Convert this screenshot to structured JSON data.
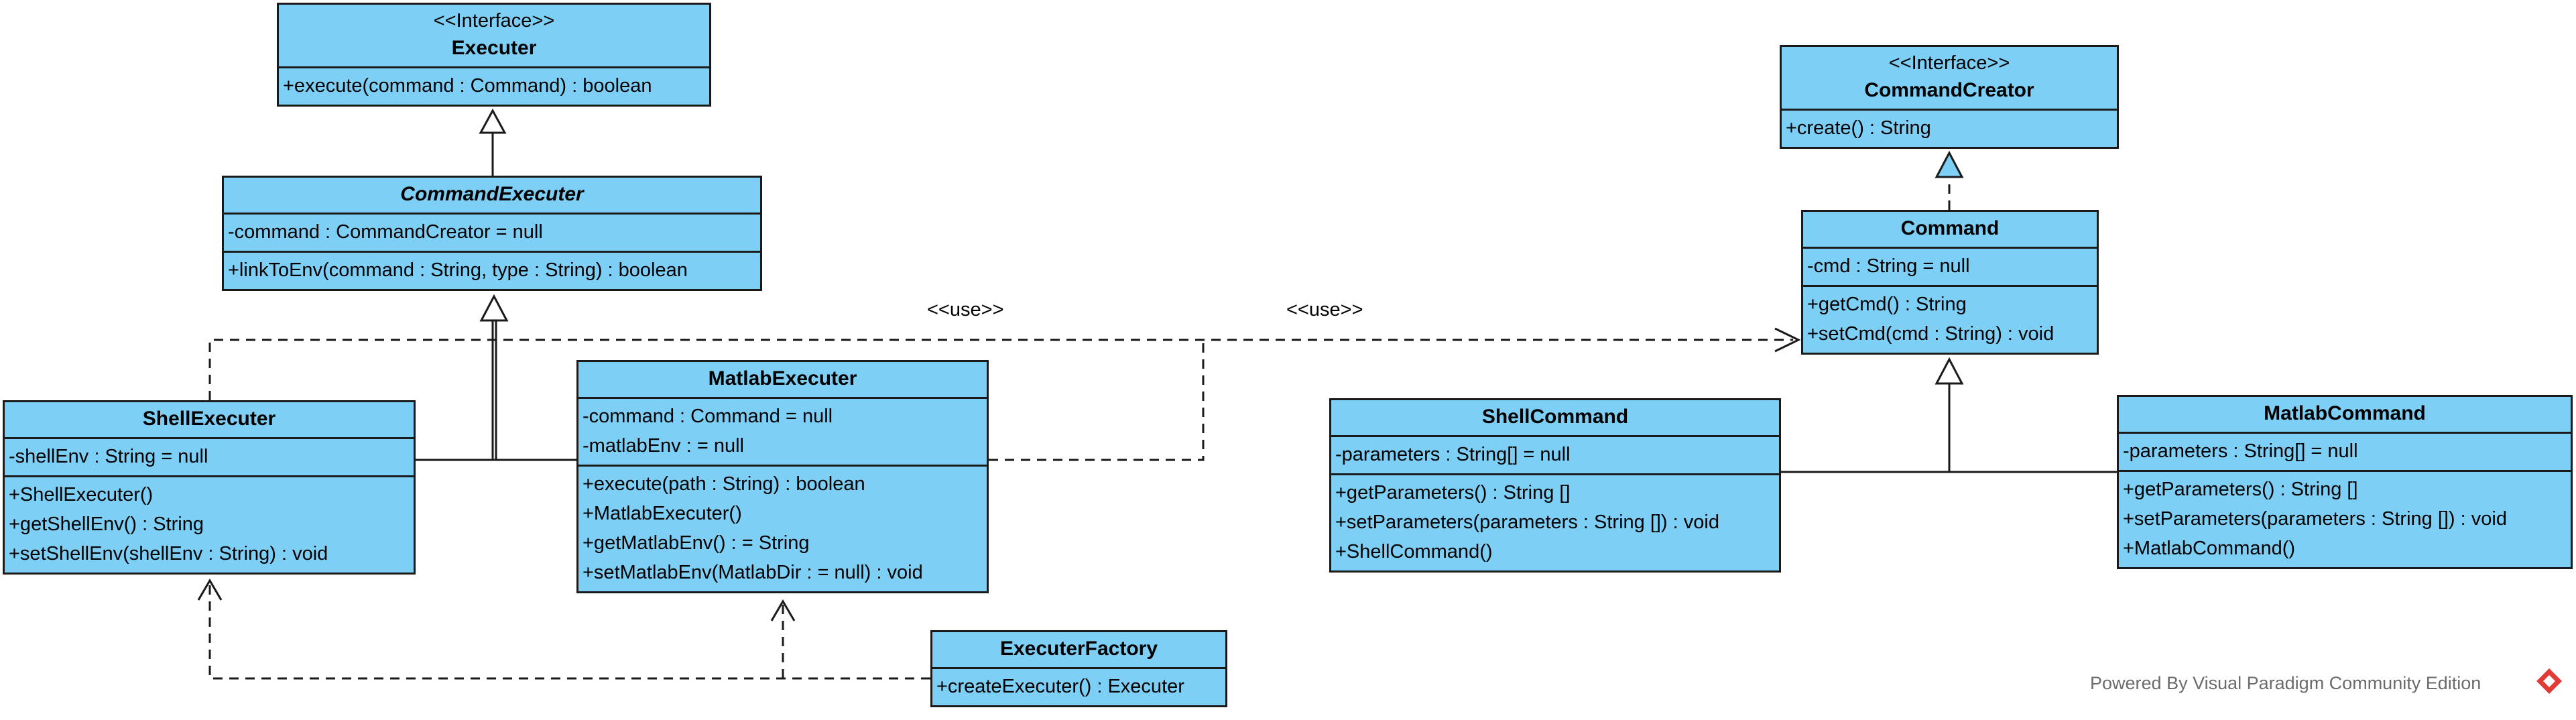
{
  "classes": {
    "executer": {
      "stereotype": "<<Interface>>",
      "name": "Executer",
      "operations": [
        "+execute(command : Command) : boolean"
      ]
    },
    "command_executer": {
      "name": "CommandExecuter",
      "attributes": [
        "-command : CommandCreator = null"
      ],
      "operations": [
        "+linkToEnv(command : String, type : String) : boolean"
      ]
    },
    "shell_executer": {
      "name": "ShellExecuter",
      "attributes": [
        "-shellEnv : String = null"
      ],
      "operations": [
        "+ShellExecuter()",
        "+getShellEnv() : String",
        "+setShellEnv(shellEnv : String) : void"
      ]
    },
    "matlab_executer": {
      "name": "MatlabExecuter",
      "attributes": [
        "-command : Command = null",
        "-matlabEnv : = null"
      ],
      "operations": [
        "+execute(path : String) : boolean",
        "+MatlabExecuter()",
        "+getMatlabEnv() : = String",
        "+setMatlabEnv(MatlabDir : = null) : void"
      ]
    },
    "executer_factory": {
      "name": "ExecuterFactory",
      "operations": [
        "+createExecuter() : Executer"
      ]
    },
    "command_creator": {
      "stereotype": "<<Interface>>",
      "name": "CommandCreator",
      "operations": [
        "+create() : String"
      ]
    },
    "command": {
      "name": "Command",
      "attributes": [
        "-cmd : String = null"
      ],
      "operations": [
        "+getCmd() : String",
        "+setCmd(cmd : String) : void"
      ]
    },
    "shell_command": {
      "name": "ShellCommand",
      "attributes": [
        "-parameters : String[] = null"
      ],
      "operations": [
        "+getParameters() : String []",
        "+setParameters(parameters : String []) : void",
        "+ShellCommand()"
      ]
    },
    "matlab_command": {
      "name": "MatlabCommand",
      "attributes": [
        "-parameters : String[] = null"
      ],
      "operations": [
        "+getParameters() : String []",
        "+setParameters(parameters : String []) : void",
        "+MatlabCommand()"
      ]
    }
  },
  "relations": {
    "use_label_1": "<<use>>",
    "use_label_2": "<<use>>"
  },
  "footer": {
    "powered_by": "Powered By  Visual Paradigm Community Edition"
  },
  "colors": {
    "class_fill": "#7ecff5",
    "border": "#1a1a1a",
    "logo": "#e23b36"
  }
}
